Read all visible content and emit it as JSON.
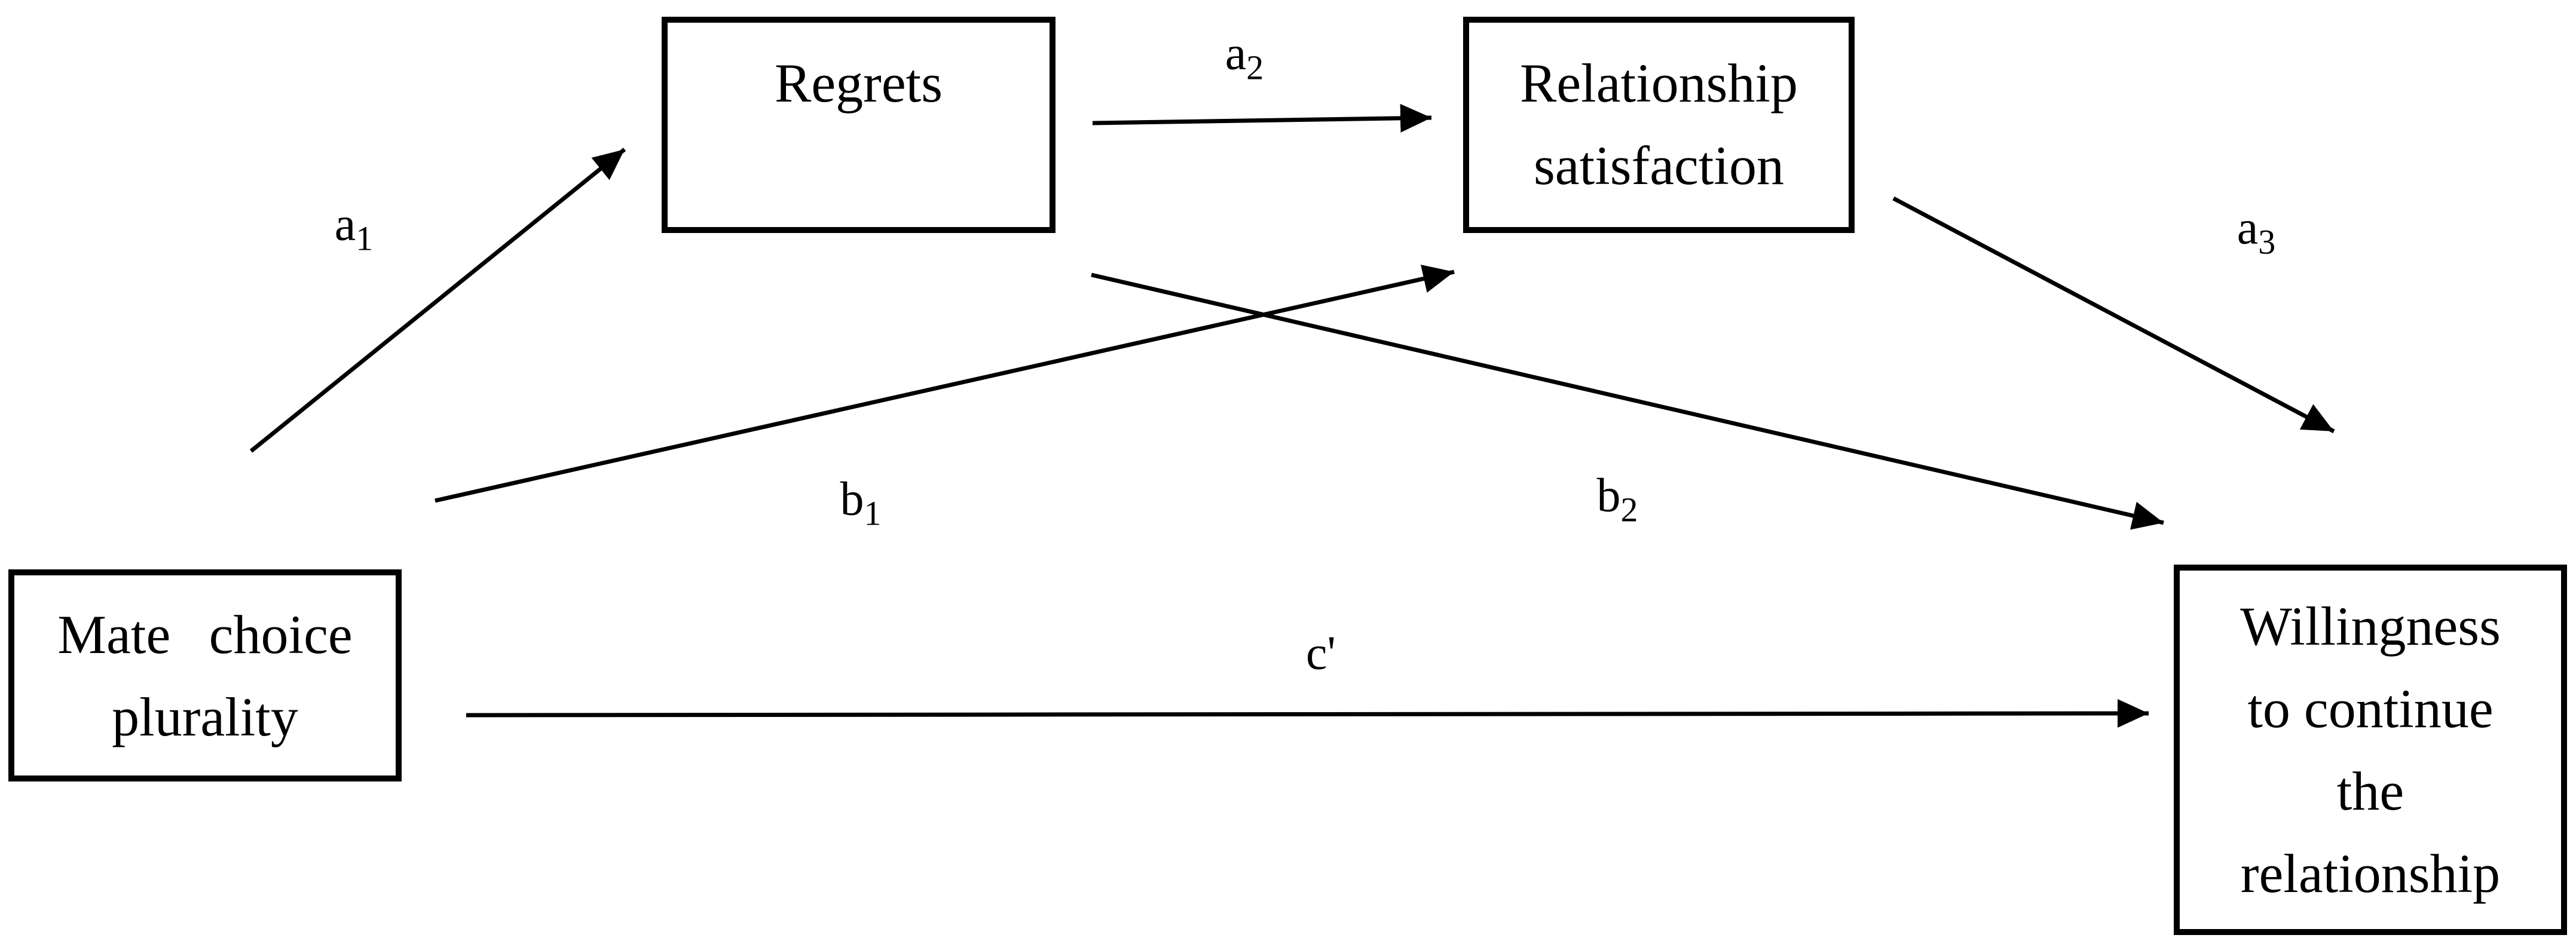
{
  "figure": {
    "background": "#ffffff",
    "ink_color": "#000000",
    "nodes": [
      {
        "id": "mate-choice-plurality",
        "lines": [
          "Mate choice",
          "plurality"
        ]
      },
      {
        "id": "regrets",
        "lines": [
          "Regrets"
        ]
      },
      {
        "id": "relationship-satisfaction",
        "lines": [
          "Relationship",
          "satisfaction"
        ]
      },
      {
        "id": "willingness-to-continue",
        "lines": [
          "Willingness",
          "to continue",
          "the",
          "relationship"
        ]
      }
    ],
    "path_labels": [
      {
        "id": "a1",
        "base": "a",
        "sub": "1"
      },
      {
        "id": "a2",
        "base": "a",
        "sub": "2"
      },
      {
        "id": "a3",
        "base": "a",
        "sub": "3"
      },
      {
        "id": "b1",
        "base": "b",
        "sub": "1"
      },
      {
        "id": "b2",
        "base": "b",
        "sub": "2"
      },
      {
        "id": "c-prime",
        "base": "c'",
        "sub": ""
      }
    ]
  }
}
